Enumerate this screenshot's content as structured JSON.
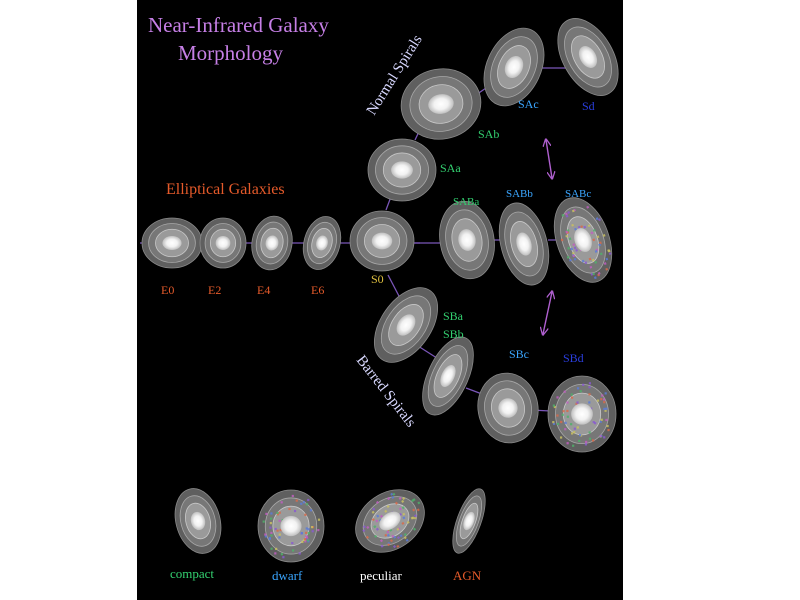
{
  "title": {
    "line1": "Near-Infrared Galaxy",
    "line2": "Morphology"
  },
  "sections": {
    "elliptical": "Elliptical Galaxies",
    "normal_spirals": "Normal Spirals",
    "barred_spirals": "Barred Spirals"
  },
  "galaxies": {
    "E0": "E0",
    "E2": "E2",
    "E4": "E4",
    "E6": "E6",
    "S0": "S0",
    "SAa": "SAa",
    "SAb": "SAb",
    "SAc": "SAc",
    "Sd": "Sd",
    "SABa": "SABa",
    "SABb": "SABb",
    "SABc": "SABc",
    "SBa": "SBa",
    "SBb": "SBb",
    "SBc": "SBc",
    "SBd": "SBd"
  },
  "special": {
    "compact": "compact",
    "dwarf": "dwarf",
    "peculiar": "peculiar",
    "agn": "AGN"
  },
  "colors": {
    "panel_background": "#000000",
    "title": "#c67fe6",
    "elliptical": "#e55a2a",
    "spiral_a": "#33d070",
    "spiral_b": "#3aa6ff",
    "spiral_d": "#2a3ee0",
    "normal_spirals_label": "#d8d8ff",
    "barred_spirals_label": "#d8d8ff",
    "connector": "#7a56b8",
    "arrow": "#b060d0",
    "galaxy_halo": "#6a6a6a",
    "galaxy_inner": "#9a9a9a",
    "galaxy_core": "#ffffff"
  }
}
